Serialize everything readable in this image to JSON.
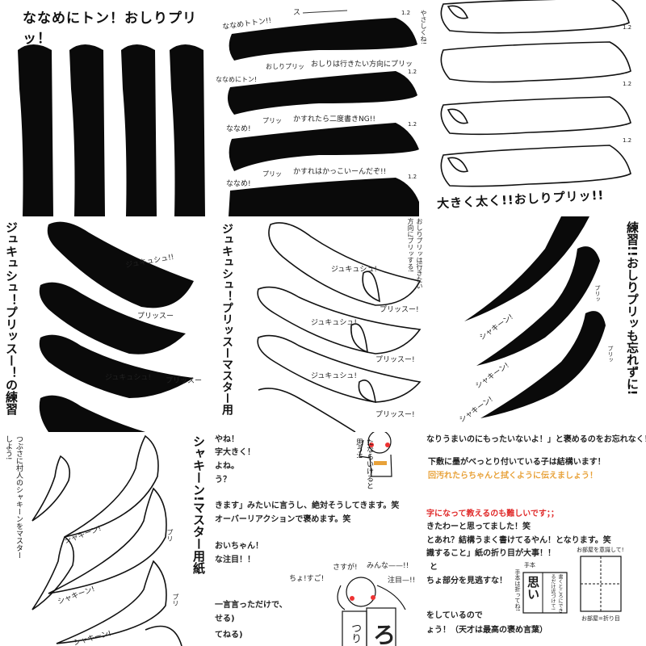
{
  "tiles": {
    "t1": {
      "title": "ななめにトン！おしりプリッ！"
    },
    "t2": {
      "notes": [
        "ス",
        "1.2",
        "やさしくね!",
        "ななめトトン!!",
        "おしりプリッ",
        "おしりは行きたい方向にプリッ",
        "ななめにトン!",
        "1.2",
        "プリッ",
        "かすれたら二度書きNG!!",
        "ななめ!",
        "1.2",
        "プリッ",
        "かすれはかっこいーんだぞ!!",
        "ななめ!",
        "1.2"
      ]
    },
    "t3": {
      "notes": [
        "1.2",
        "1.2",
        "1.2"
      ],
      "caption": "大きく太く!!おしりプリッ!!"
    },
    "t4": {
      "side": "ジュキュシュ！プリッスー！の練習",
      "notes": [
        "ジュキュシュ!!",
        "プリッスー",
        "ジュキュシュ!",
        "プリッスー"
      ]
    },
    "t5": {
      "side": "ジュキュシュ！プリッスーマスター用",
      "notes": [
        "おしりプリッは行きたい方向にプリッする!",
        "ジュキュシュ!",
        "プリッスー!",
        "ジュキュシュ!",
        "プリッスー!",
        "ジュキュシュ!",
        "プリッスー!"
      ]
    },
    "t6": {
      "side": "練習!!おしりプリッも忘れずに!",
      "notes": [
        "シャキーン!",
        "プリッ",
        "シャキーン!",
        "プリッ",
        "シャキーン!"
      ]
    },
    "t7": {
      "side": "シャキーン!マスター用紙",
      "left": "つぶさに村人のシャキーンをマスターしよう!",
      "notes": [
        "シャキーン!",
        "プリ",
        "シャキーン!",
        "プリ",
        "シャキーン!"
      ]
    }
  },
  "article": {
    "left_lines": [
      "やね！",
      "字大きく！",
      "よね。",
      "う？",
      "きます」みたいに言うし、絶対そうしてきます。笑",
      "オーバーリアクションで褒めます。笑",
      "おいちゃん！",
      "な注目！！",
      "一言言っただけで、",
      "せる)",
      "てねる)"
    ],
    "right_lines": [
      {
        "text": "なりうまいのにもったいないよ！」と褒めるのをお忘れなく！",
        "tone": "normal"
      },
      {
        "text": "下敷に墨がべっとり付いている子は結構います！",
        "tone": "normal"
      },
      {
        "text": "回汚れたらちゃんと拭くように伝えましょう！",
        "tone": "orange"
      },
      {
        "text": "字になって教えるのも難しいです；；",
        "tone": "red"
      },
      {
        "text": "きたわーと思ってました！笑",
        "tone": "normal"
      },
      {
        "text": "とあれ？結構うまく書けてるやん！となります。笑",
        "tone": "normal"
      },
      {
        "text": "識すること」紙の折り目が大事！！",
        "tone": "normal"
      },
      {
        "text": "と",
        "tone": "normal"
      },
      {
        "text": "ちょ部分を見逃すな！",
        "tone": "normal"
      },
      {
        "text": "をしているので",
        "tone": "normal"
      },
      {
        "text": "ょう！（天才は最高の褒め言葉）",
        "tone": "normal"
      }
    ],
    "illus1": {
      "text": "たならいけると思う!!"
    },
    "illus2": {
      "bubbles": [
        "ちょ!すご!",
        "さすが!",
        "みんな——!!",
        "注目—!!"
      ],
      "cards": [
        "つり",
        "ろ"
      ]
    },
    "illus3": {
      "labels": [
        "手本",
        "思い",
        "手本は折ってね!",
        "書くところにできるだけ近づけて!"
      ]
    },
    "illus4": {
      "labels": [
        "お部屋を意識して!",
        "お部屋=折り目"
      ]
    }
  },
  "colors": {
    "ink": "#0a0a0a",
    "orange": "#e8a23a",
    "red": "#e02a2a"
  }
}
